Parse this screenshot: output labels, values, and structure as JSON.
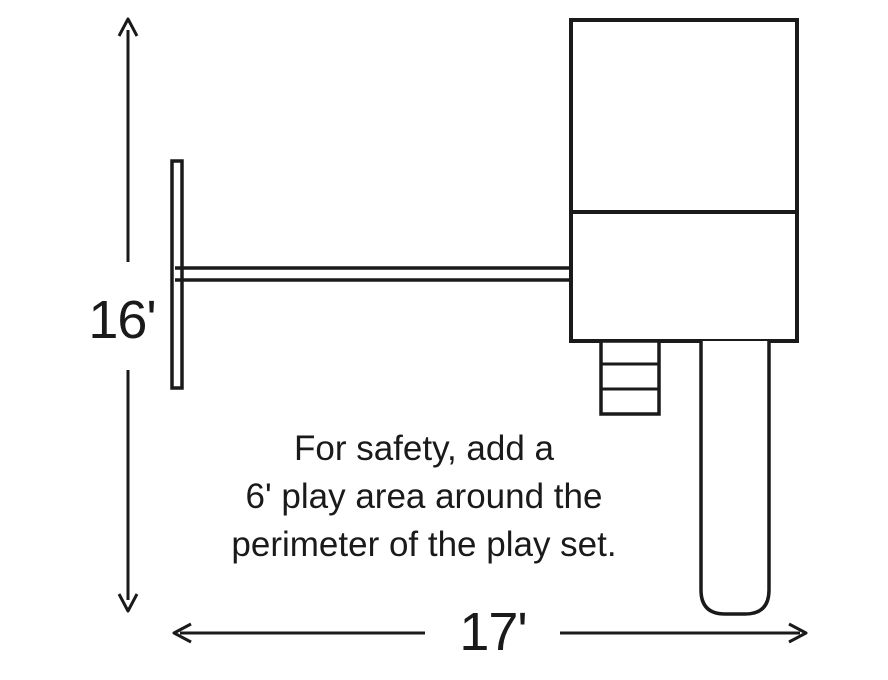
{
  "dimensions": {
    "height_label": "16'",
    "width_label": "17'"
  },
  "note": {
    "lines": [
      "For safety, add a",
      "6' play area around the",
      "perimeter of the play set."
    ]
  },
  "colors": {
    "stroke": "#1a1a1a",
    "background": "#ffffff"
  }
}
